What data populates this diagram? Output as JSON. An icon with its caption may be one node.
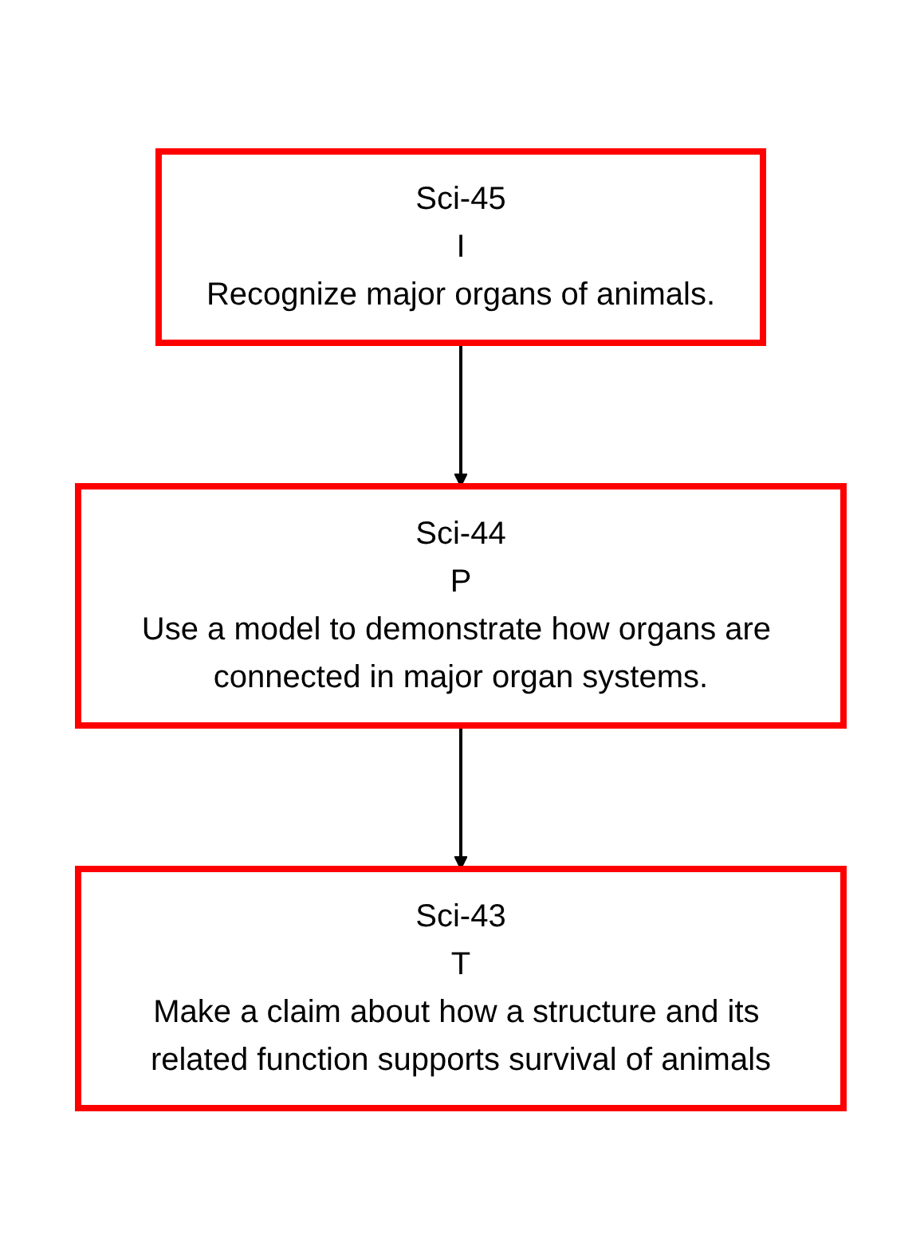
{
  "diagram": {
    "nodes": [
      {
        "text": [
          "Sci-45",
          "I",
          "Recognize major organs of animals."
        ]
      },
      {
        "text": [
          "Sci-44",
          "P",
          "Use a model to demonstrate how organs are connected in major organ systems."
        ]
      },
      {
        "text": [
          "Sci-43",
          "T",
          "Make a claim about how a structure and its related function supports survival of animals"
        ]
      }
    ],
    "edges": [
      {
        "from": 0,
        "to": 1,
        "arrow": "to"
      },
      {
        "from": 1,
        "to": 2,
        "arrow": "to"
      }
    ]
  }
}
